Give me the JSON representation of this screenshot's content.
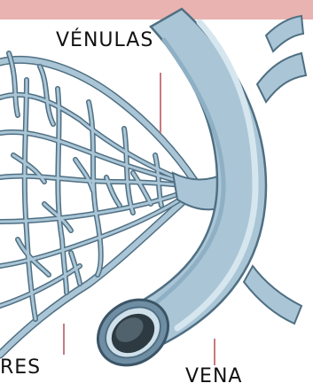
{
  "labels": {
    "venulas": "VÉNULAS",
    "capilares": "RES",
    "vena": "VENA"
  },
  "colors": {
    "background": "#ffffff",
    "top_band": "#e8b3b0",
    "vessel_fill": "#aac6d6",
    "vessel_stroke": "#4f6f83",
    "vessel_highlight": "#d6e6ef",
    "lumen_dark": "#2d3a42",
    "pointer_line": "#c97a7e",
    "text": "#111111"
  }
}
